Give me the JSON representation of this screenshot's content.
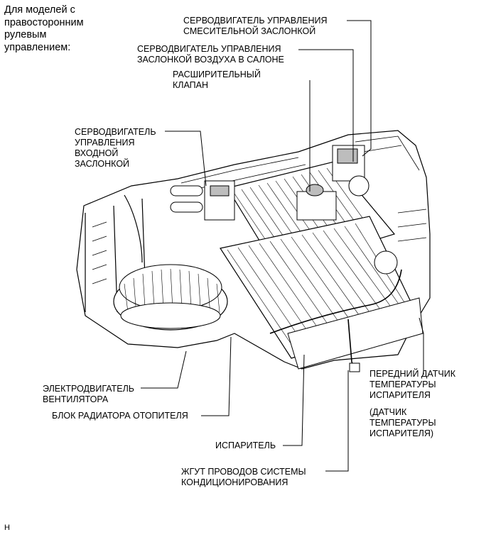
{
  "header": {
    "note": "Для моделей с\nправосторонним\nрулевым\nуправлением:"
  },
  "labels": {
    "mix_servo": "СЕРВОДВИГАТЕЛЬ УПРАВЛЕНИЯ\nСМЕСИТЕЛЬНОЙ ЗАСЛОНКОЙ",
    "air_servo": "СЕРВОДВИГАТЕЛЬ УПРАВЛЕНИЯ\nЗАСЛОНКОЙ ВОЗДУХА В САЛОНЕ",
    "exp_valve": "РАСШИРИТЕЛЬНЫЙ\nКЛАПАН",
    "inlet_servo": "СЕРВОДВИГАТЕЛЬ\nУПРАВЛЕНИЯ\nВХОДНОЙ\nЗАСЛОНКОЙ",
    "blower": "ЭЛЕКТРОДВИГАТЕЛЬ\nВЕНТИЛЯТОРА",
    "heater": "БЛОК РАДИАТОРА ОТОПИТЕЛЯ",
    "evaporator": "ИСПАРИТЕЛЬ",
    "harness": "ЖГУТ ПРОВОДОВ СИСТЕМЫ\nКОНДИЦИОНИРОВАНИЯ",
    "front_sensor": "ПЕРЕДНИЙ ДАТЧИК\nТЕМПЕРАТУРЫ\nИСПАРИТЕЛЯ",
    "sensor_alt": "(ДАТЧИК\nТЕМПЕРАТУРЫ\nИСПАРИТЕЛЯ)"
  },
  "footer": {
    "code": "H"
  },
  "colors": {
    "line": "#000000",
    "fill": "#ffffff",
    "shade": "#bdbdbd"
  }
}
